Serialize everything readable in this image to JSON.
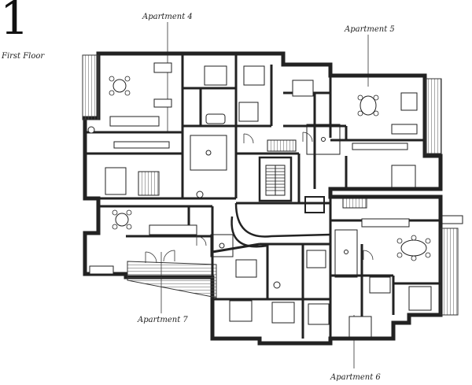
{
  "floor": {
    "number": "1",
    "label": "First Floor"
  },
  "apartments": [
    {
      "name": "Apartment 4"
    },
    {
      "name": "Apartment 5"
    },
    {
      "name": "Apartment 6"
    },
    {
      "name": "Apartment 7"
    }
  ],
  "colors": {
    "wall": "#222222",
    "wall_fill": "#9a9a9a",
    "line": "#333333",
    "floor": "#ffffff",
    "hatch": "#555555"
  }
}
